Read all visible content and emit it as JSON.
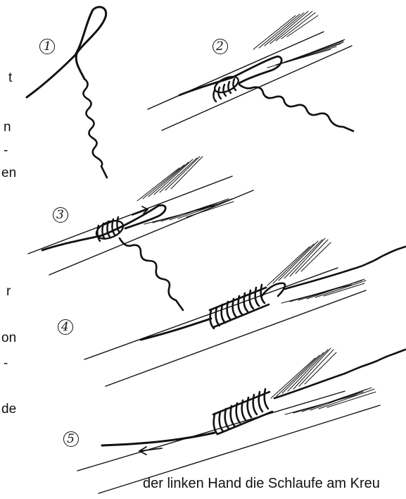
{
  "left_text_fragments": [
    "t",
    "n",
    "-",
    "en",
    "r",
    "on",
    "-",
    "de"
  ],
  "steps": [
    "1",
    "2",
    "3",
    "4",
    "5"
  ],
  "caption": "der linken Hand die Schlaufe am Kreu"
}
